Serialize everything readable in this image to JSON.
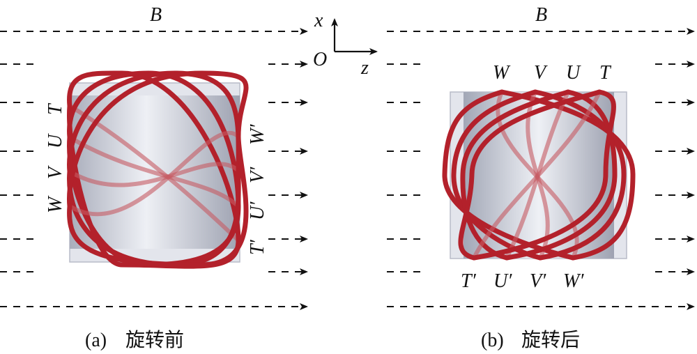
{
  "field_label": "B",
  "axes": {
    "x": "x",
    "origin": "O",
    "z": "z"
  },
  "panel_a": {
    "caption_tag": "(a)",
    "caption_text": "旋转前",
    "top_labels": [
      "T",
      "U",
      "V",
      "W"
    ],
    "bottom_labels": [
      "W′",
      "V′",
      "U′",
      "T′"
    ]
  },
  "panel_b": {
    "caption_tag": "(b)",
    "caption_text": "旋转后",
    "top_labels": [
      "W",
      "V",
      "U",
      "T"
    ],
    "bottom_labels": [
      "T′",
      "U′",
      "V′",
      "W′"
    ]
  },
  "colors": {
    "coil": "#b3212b",
    "cylinder": "#c9ccd6",
    "arrow": "#111111"
  }
}
